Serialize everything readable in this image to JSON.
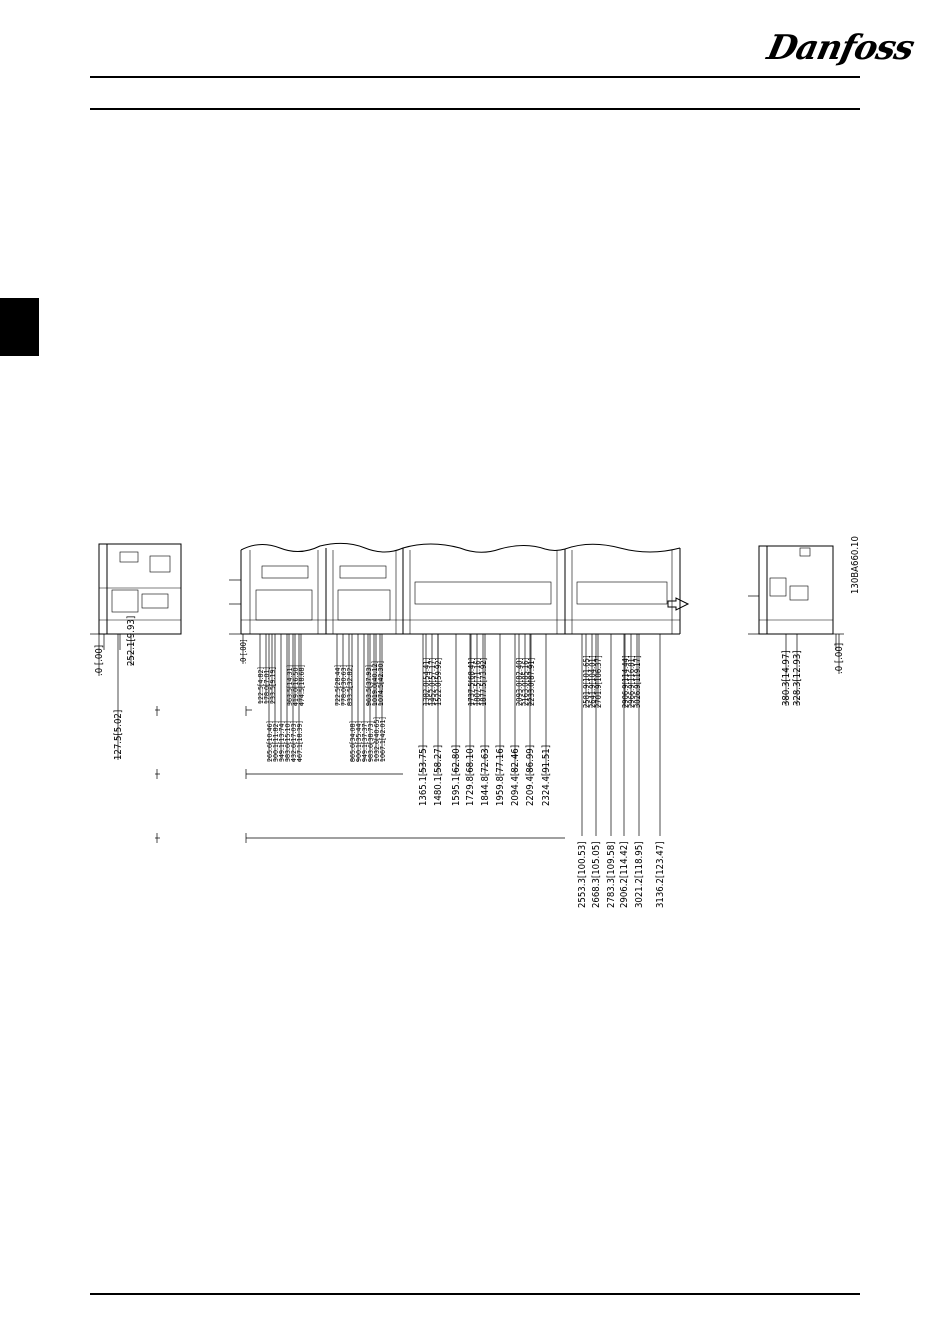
{
  "header": {
    "brand": "Danfoss"
  },
  "drawing": {
    "ref": "130BA660.10",
    "side_left": {
      "labels": [
        {
          "id": "sl0",
          "text": ".0 [.00]"
        },
        {
          "id": "sl1",
          "text": "252.1[9.93]"
        },
        {
          "id": "sl2",
          "text": "127.5[5.02]"
        }
      ]
    },
    "cabinet_a": {
      "labels": [
        {
          "id": "a0",
          "text": ".0 [.00]"
        },
        {
          "id": "a1",
          "text": "122.5[4.82]"
        },
        {
          "id": "a2",
          "text": "178.0[7.01]"
        },
        {
          "id": "a3",
          "text": "233.5[9.19]"
        },
        {
          "id": "a4",
          "text": "363.5[14.31]"
        },
        {
          "id": "a5",
          "text": "419.0[16.50]"
        },
        {
          "id": "a6",
          "text": "474.5[18.68]"
        },
        {
          "id": "a7",
          "text": "265.6[10.46]"
        },
        {
          "id": "a8",
          "text": "300.1[11.82]"
        },
        {
          "id": "a9",
          "text": "349.1[13.74]"
        },
        {
          "id": "a10",
          "text": "383.6[15.10]"
        },
        {
          "id": "a11",
          "text": "432.6[17.03]"
        },
        {
          "id": "a12",
          "text": "467.1[18.39]"
        }
      ]
    },
    "cabinet_b": {
      "labels": [
        {
          "id": "b0",
          "text": "722.5[28.44]"
        },
        {
          "id": "b1",
          "text": "778.0[30.63]"
        },
        {
          "id": "b2",
          "text": "833.5[32.82]"
        },
        {
          "id": "b3",
          "text": "963.5[37.93]"
        },
        {
          "id": "b4",
          "text": "1019.0[40.12]"
        },
        {
          "id": "b5",
          "text": "1074.5[42.30]"
        },
        {
          "id": "b6",
          "text": "865.6[34.08]"
        },
        {
          "id": "b7",
          "text": "900.1[35.44]"
        },
        {
          "id": "b8",
          "text": "949.1[37.37]"
        },
        {
          "id": "b9",
          "text": "983.6[38.73]"
        },
        {
          "id": "b10",
          "text": "1032.6[40.65]"
        },
        {
          "id": "b11",
          "text": "1067.1[42.01]"
        }
      ]
    },
    "cabinet_c": {
      "labels": [
        {
          "id": "c0",
          "text": "1382.0[54.41]"
        },
        {
          "id": "c1",
          "text": "1452.0[57.17]"
        },
        {
          "id": "c2",
          "text": "1522.0[59.92]"
        },
        {
          "id": "c3",
          "text": "1737.5[68.41]"
        },
        {
          "id": "c4",
          "text": "1807.5[71.16]"
        },
        {
          "id": "c5",
          "text": "1877.5[73.92]"
        },
        {
          "id": "c6",
          "text": "2093.0[82.40]"
        },
        {
          "id": "c7",
          "text": "2163.0[85.16]"
        },
        {
          "id": "c8",
          "text": "2233.0[87.91]"
        },
        {
          "id": "c9",
          "text": "1365.1[53.75]"
        },
        {
          "id": "c10",
          "text": "1480.1[58.27]"
        },
        {
          "id": "c11",
          "text": "1595.1[62.80]"
        },
        {
          "id": "c12",
          "text": "1729.8[68.10]"
        },
        {
          "id": "c13",
          "text": "1844.8[72.63]"
        },
        {
          "id": "c14",
          "text": "1959.8[77.16]"
        },
        {
          "id": "c15",
          "text": "2094.4[82.46]"
        },
        {
          "id": "c16",
          "text": "2209.4[86.99]"
        },
        {
          "id": "c17",
          "text": "2324.4[91.51]"
        }
      ]
    },
    "cabinet_d": {
      "labels": [
        {
          "id": "d0",
          "text": "2581.9[101.65]"
        },
        {
          "id": "d1",
          "text": "2641.9[104.01]"
        },
        {
          "id": "d2",
          "text": "2701.9[106.37]"
        },
        {
          "id": "d3",
          "text": "2906.9[114.44]"
        },
        {
          "id": "d4",
          "text": "2966.9[116.81]"
        },
        {
          "id": "d5",
          "text": "3026.9[119.17]"
        },
        {
          "id": "d6",
          "text": "2553.3[100.53]"
        },
        {
          "id": "d7",
          "text": "2668.3[105.05]"
        },
        {
          "id": "d8",
          "text": "2783.3[109.58]"
        },
        {
          "id": "d9",
          "text": "2906.2[114.42]"
        },
        {
          "id": "d10",
          "text": "3021.2[118.95]"
        },
        {
          "id": "d11",
          "text": "3136.2[123.47]"
        }
      ]
    },
    "side_right": {
      "labels": [
        {
          "id": "sr0",
          "text": "380.3[14.97]"
        },
        {
          "id": "sr1",
          "text": "328.3[12.93]"
        },
        {
          "id": "sr2",
          "text": ".0 [.00]"
        }
      ]
    }
  }
}
